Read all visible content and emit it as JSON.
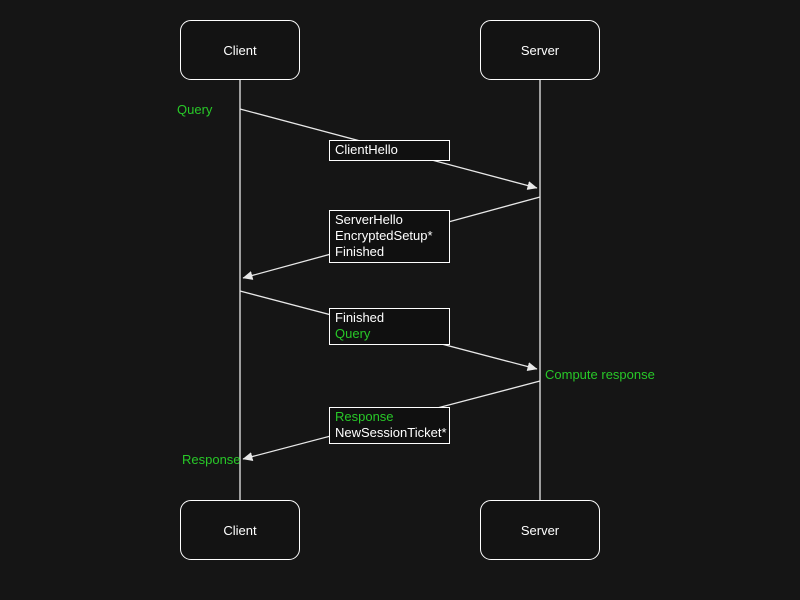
{
  "diagram": {
    "type": "sequence-diagram",
    "colors": {
      "background": "#151515",
      "foreground": "#ffffff",
      "accent_green": "#28c828"
    },
    "actors": {
      "client": {
        "label": "Client"
      },
      "server": {
        "label": "Server"
      }
    },
    "messages": [
      {
        "from": "Client",
        "to": "Server",
        "lines": [
          {
            "text": "ClientHello",
            "tone": "white"
          }
        ]
      },
      {
        "from": "Server",
        "to": "Client",
        "lines": [
          {
            "text": "ServerHello",
            "tone": "white"
          },
          {
            "text": "EncryptedSetup*",
            "tone": "white"
          },
          {
            "text": "Finished",
            "tone": "white"
          }
        ]
      },
      {
        "from": "Client",
        "to": "Server",
        "lines": [
          {
            "text": "Finished",
            "tone": "white"
          },
          {
            "text": "Query",
            "tone": "green"
          }
        ]
      },
      {
        "from": "Server",
        "to": "Client",
        "lines": [
          {
            "text": "Response",
            "tone": "green"
          },
          {
            "text": "NewSessionTicket*",
            "tone": "white"
          }
        ]
      }
    ],
    "annotations": {
      "query": {
        "text": "Query",
        "tone": "green"
      },
      "compute_response": {
        "text": "Compute response",
        "tone": "green"
      },
      "response": {
        "text": "Response",
        "tone": "green"
      }
    }
  }
}
